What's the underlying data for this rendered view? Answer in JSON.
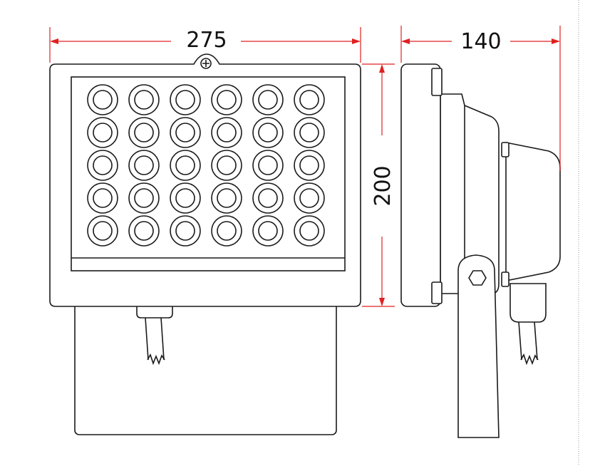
{
  "colors": {
    "outline": "#1a1a1a",
    "dimension": "#e02020",
    "background": "#ffffff"
  },
  "dimensions": {
    "width_label": "275",
    "height_label": "200",
    "depth_label": "140"
  },
  "led_array": {
    "rows": 5,
    "columns": 6
  },
  "icons": {
    "mount_screw": "screw-icon",
    "bracket_bolt": "hex-bolt-icon",
    "cable": "cable-icon"
  }
}
